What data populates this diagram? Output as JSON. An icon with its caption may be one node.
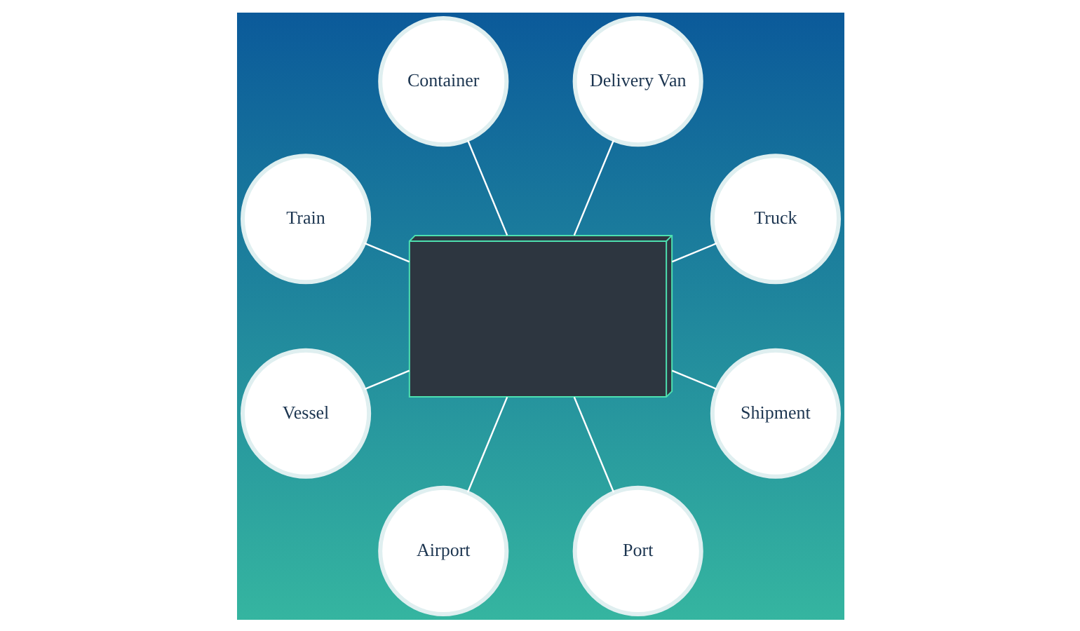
{
  "diagram": {
    "nodes": [
      {
        "text": [],
        "shape": "picture"
      },
      {
        "text": [
          "Truck"
        ]
      },
      {
        "text": [
          "Delivery Van"
        ]
      },
      {
        "text": [
          "Container"
        ]
      },
      {
        "text": [
          "Train"
        ]
      },
      {
        "text": [
          "Vessel"
        ]
      },
      {
        "text": [
          "Airport"
        ]
      },
      {
        "text": [
          "Port"
        ]
      },
      {
        "text": [
          "Shipment"
        ]
      }
    ],
    "edges": [
      {
        "from": 1,
        "to": 0,
        "arrow": "none"
      },
      {
        "from": 2,
        "to": 0,
        "arrow": "none"
      },
      {
        "from": 3,
        "to": 0,
        "arrow": "none"
      },
      {
        "from": 4,
        "to": 0,
        "arrow": "none"
      },
      {
        "from": 5,
        "to": 0,
        "arrow": "none"
      },
      {
        "from": 6,
        "to": 0,
        "arrow": "none"
      },
      {
        "from": 7,
        "to": 0,
        "arrow": "none"
      },
      {
        "from": 8,
        "to": 0,
        "arrow": "none"
      }
    ]
  }
}
